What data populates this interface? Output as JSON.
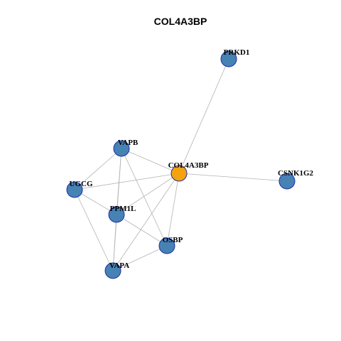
{
  "title": "COL4A3BP",
  "colors": {
    "focus_node": "#f5a20f",
    "node": "#4682b4",
    "node_border": "#1f2fa8",
    "edge": "#b3b3b3"
  },
  "nodes": [
    {
      "id": "PRKD1",
      "label": "PRKD1",
      "focus": false
    },
    {
      "id": "VAPB",
      "label": "VAPB",
      "focus": false
    },
    {
      "id": "COL4A3BP",
      "label": "COL4A3BP",
      "focus": true
    },
    {
      "id": "CSNK1G2",
      "label": "CSNK1G2",
      "focus": false
    },
    {
      "id": "UGCG",
      "label": "UGCG",
      "focus": false
    },
    {
      "id": "PPM1L",
      "label": "PPM1L",
      "focus": false
    },
    {
      "id": "OSBP",
      "label": "OSBP",
      "focus": false
    },
    {
      "id": "VAPA",
      "label": "VAPA",
      "focus": false
    }
  ],
  "edges": [
    [
      "COL4A3BP",
      "PRKD1"
    ],
    [
      "COL4A3BP",
      "CSNK1G2"
    ],
    [
      "COL4A3BP",
      "VAPB"
    ],
    [
      "COL4A3BP",
      "UGCG"
    ],
    [
      "COL4A3BP",
      "PPM1L"
    ],
    [
      "COL4A3BP",
      "OSBP"
    ],
    [
      "COL4A3BP",
      "VAPA"
    ],
    [
      "VAPB",
      "UGCG"
    ],
    [
      "VAPB",
      "PPM1L"
    ],
    [
      "VAPB",
      "OSBP"
    ],
    [
      "VAPB",
      "VAPA"
    ],
    [
      "UGCG",
      "PPM1L"
    ],
    [
      "UGCG",
      "VAPA"
    ],
    [
      "PPM1L",
      "OSBP"
    ],
    [
      "PPM1L",
      "VAPA"
    ],
    [
      "VAPA",
      "OSBP"
    ]
  ]
}
